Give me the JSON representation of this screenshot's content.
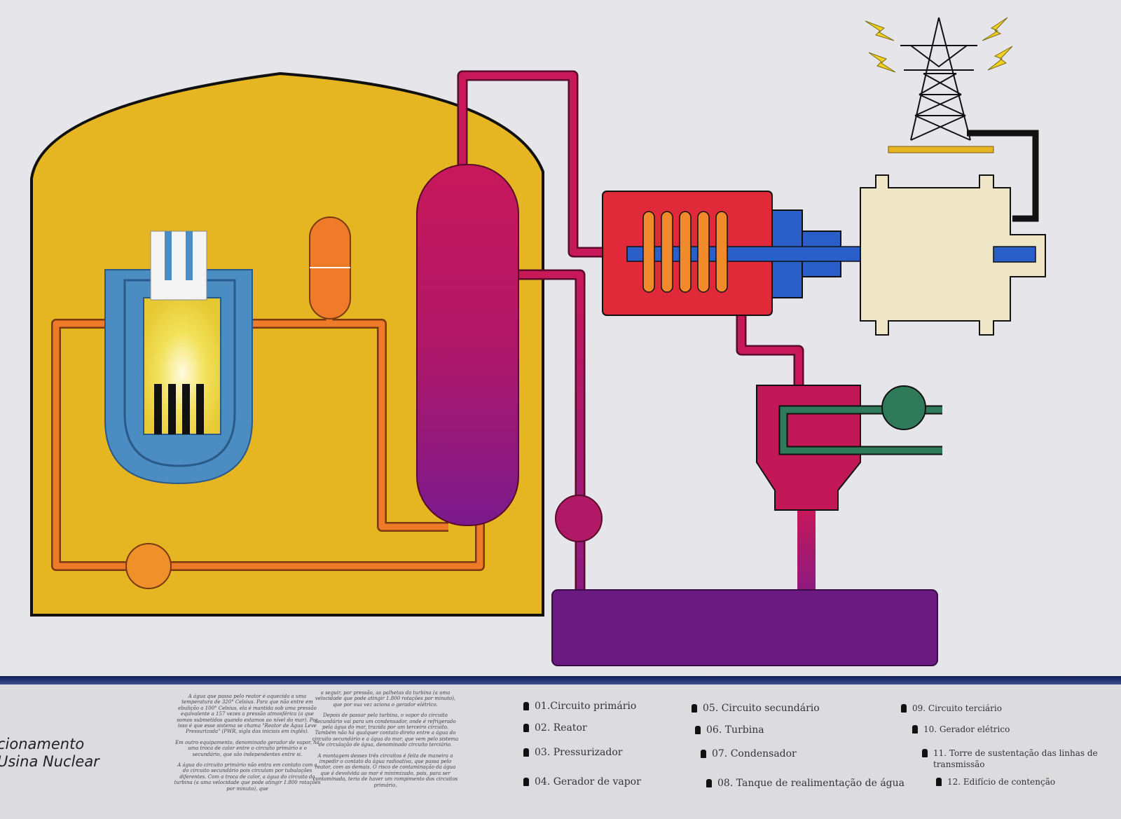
{
  "title": {
    "line1": "cionamento",
    "line2": "Usina Nuclear"
  },
  "text_columns": [
    [
      "A água que passa pelo reator é aquecida a uma temperatura de 320° Celsius. Para que não entre em ebulição a 100° Celsius, ela é mantida sob uma pressão equivalente a 157 vezes a pressão atmosférica (a que somos submetidos quando estamos ao nível do mar). Por isso é que esse sistema se chama \"Reator de Água Leve Pressurizada\" (PWR, sigla das iniciais em inglês).",
      "Em outro equipamento, denominado gerador de vapor, há uma troca de calor entre o circuito primário e o secundário, que são independentes entre si.",
      "A água do circuito primário não entra em contato com a do circuito secundário pois circulam por tubulações diferentes. Com a troca de calor, a água do circuito da turbina (a uma velocidade que pode atingir 1.800 rotações por minuto), que"
    ],
    [
      "a seguir, por pressão, as palhetas da turbina (a uma velocidade que pode atingir 1.800 rotações por minuto), que por sua vez aciona o gerador elétrico.",
      "Depois de passar pela turbina, o vapor do circuito secundário vai para um condensador, onde é refrigerado pela água do mar, trazida por um terceiro circuito. Também não há qualquer contato direto entre a água do circuito secundário e a água do mar, que vem pelo sistema de circulação de água, denominado circuito terciário.",
      "A montagem desses três circuitos é feita de maneira a impedir o contato da água radioativa, que passa pelo reator, com as demais. O risco de contaminação da água que é devolvida ao mar é minimizado, pois, para ser contaminada, teria de haver um rompimento dos circuitos primário,"
    ]
  ],
  "legend": [
    {
      "label": "01.Circuito primário"
    },
    {
      "label": "02. Reator"
    },
    {
      "label": "03. Pressurizador"
    },
    {
      "label": "04. Gerador de vapor"
    },
    {
      "label": "05. Circuito secundário"
    },
    {
      "label": "06. Turbina"
    },
    {
      "label": "07. Condensador"
    },
    {
      "label": "08. Tanque de realimentação de água"
    },
    {
      "label": "09. Circuito terciário"
    },
    {
      "label": "10. Gerador elétrico"
    },
    {
      "label": "11. Torre de sustentação das linhas de transmissão"
    },
    {
      "label": "12. Edifício de contenção"
    }
  ],
  "colors": {
    "containment": "#e6b622",
    "reactor": "#4b8cc2",
    "primary_circuit": "#ee7a2a",
    "steam_generator_top": "#c8185a",
    "steam_generator_bottom": "#7a1a8c",
    "turbine": "#e02a3a",
    "shaft": "#2a5ec8",
    "generator": "#efe6c8",
    "condenser": "#c21858",
    "tertiary_circuit": "#2e7a5a",
    "feedwater_tank": "#6a1a80",
    "band": "#1f2f6a"
  }
}
